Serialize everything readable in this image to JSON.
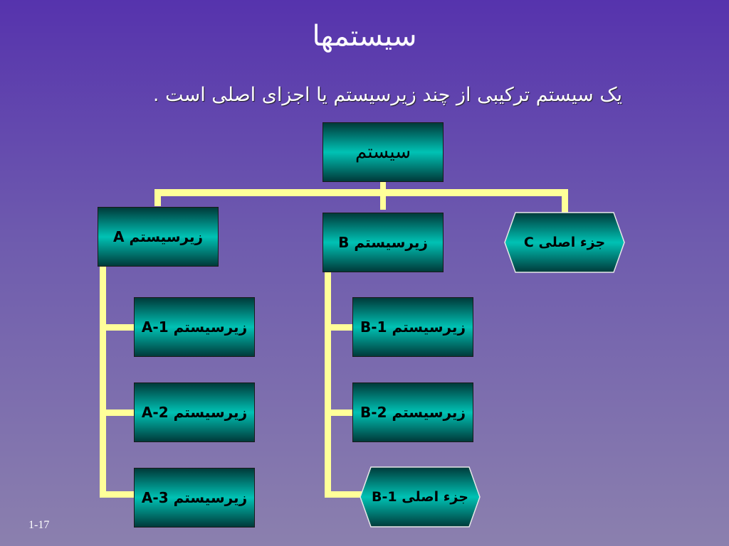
{
  "slide": {
    "title": "سیستمها",
    "subtitle": "یک سیستم ترکیبی از چند زیرسیستم یا اجزای اصلی است .",
    "number": "1-17"
  },
  "nodes": {
    "root": "سیستم",
    "sub_a": "زیرسیستم A",
    "sub_b": "زیرسیستم B",
    "part_c": "جزء اصلی C",
    "a1": "زیرسیستم A-1",
    "a2": "زیرسیستم A-2",
    "a3": "زیرسیستم A-3",
    "b1": "زیرسیستم B-1",
    "b2": "زیرسیستم B-2",
    "b_part1": "جزء اصلی B-1"
  },
  "colors": {
    "connector": "#ffff99",
    "box_dark": "#003a3a",
    "box_light": "#00c2b4"
  }
}
